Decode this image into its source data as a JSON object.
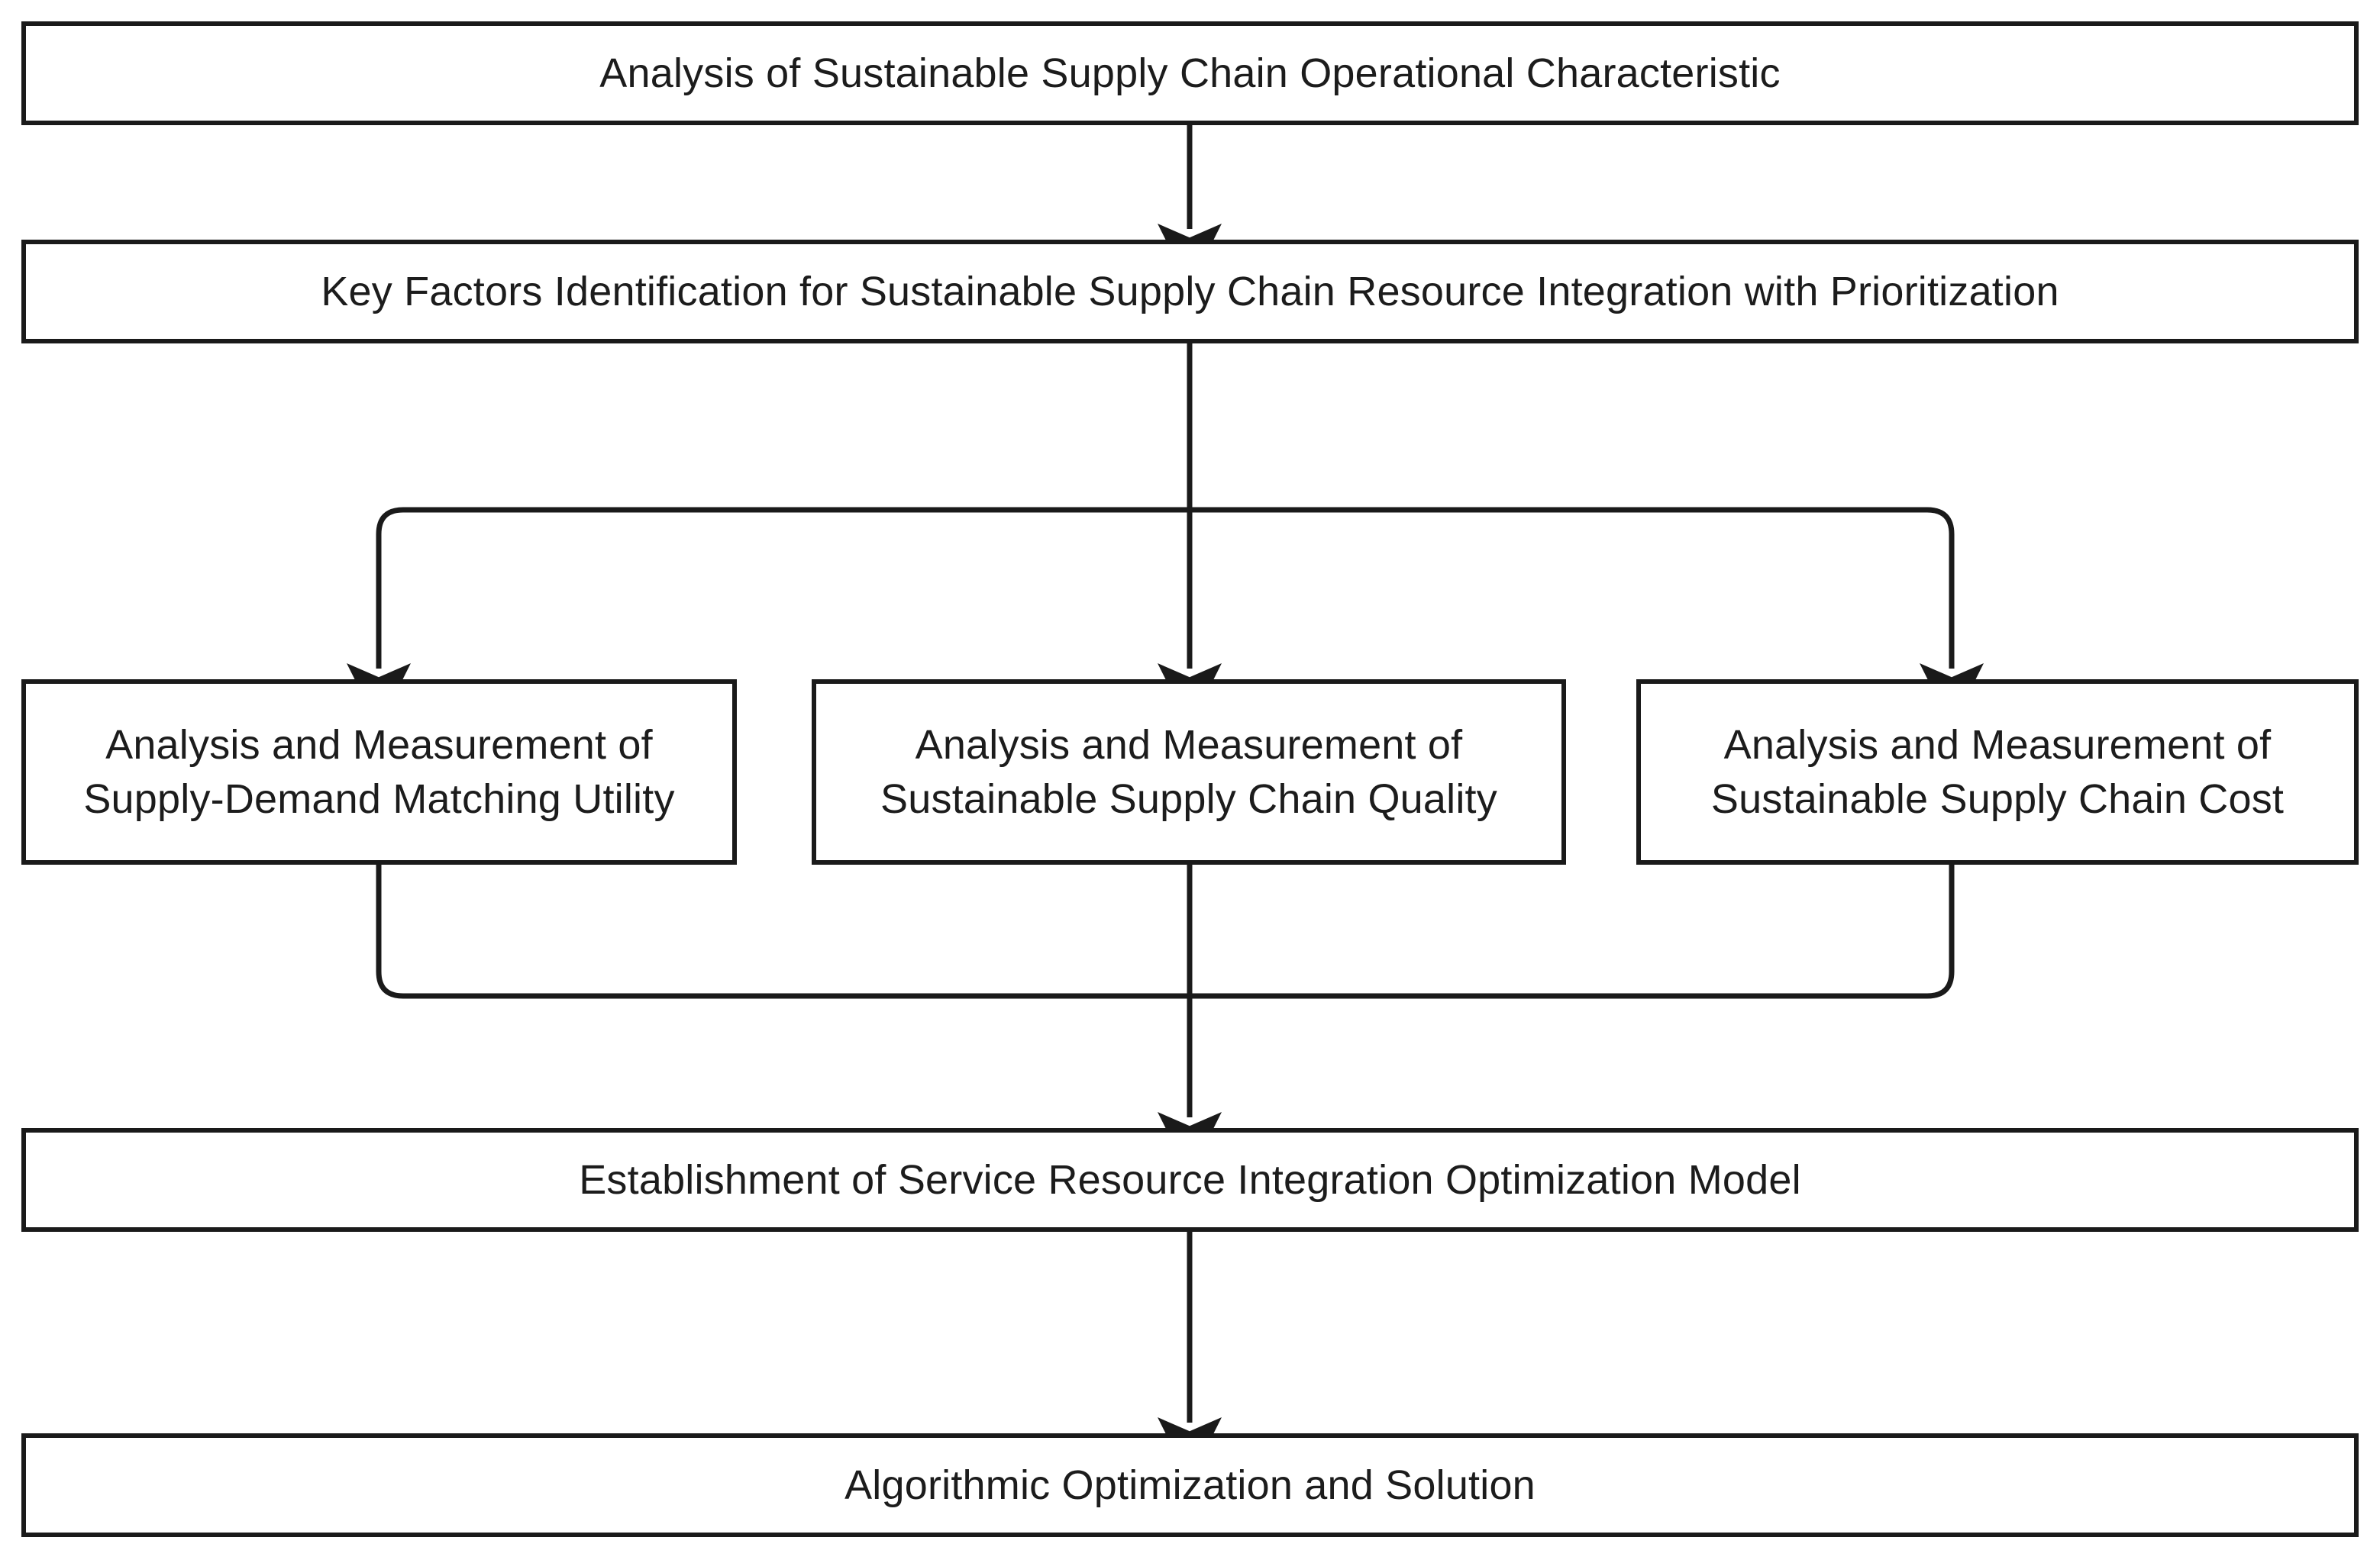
{
  "diagram": {
    "type": "flowchart",
    "orientation": "top-to-bottom",
    "background_color": "#ffffff",
    "node_border_color": "#1a1a1a",
    "node_fill_color": "#ffffff",
    "text_color": "#1c1c1c",
    "edge_color": "#1a1a1a",
    "nodes": [
      {
        "id": "analysis",
        "label": "Analysis of Sustainable Supply Chain Operational Characteristic"
      },
      {
        "id": "keyfactors",
        "label": "Key Factors Identification for Sustainable Supply Chain Resource Integration with Prioritization"
      },
      {
        "id": "utility",
        "label": "Analysis and Measurement of\nSupply-Demand Matching Utility"
      },
      {
        "id": "quality",
        "label": "Analysis and Measurement of\nSustainable Supply Chain Quality"
      },
      {
        "id": "cost",
        "label": "Analysis and Measurement of\nSustainable Supply Chain Cost"
      },
      {
        "id": "model",
        "label": "Establishment of Service Resource Integration Optimization Model"
      },
      {
        "id": "algorithm",
        "label": "Algorithmic Optimization and Solution"
      }
    ],
    "edges": [
      {
        "from": "analysis",
        "to": "keyfactors",
        "style": "straight-arrow"
      },
      {
        "from": "keyfactors",
        "to": "utility",
        "style": "elbow-arrow"
      },
      {
        "from": "keyfactors",
        "to": "quality",
        "style": "straight-arrow"
      },
      {
        "from": "keyfactors",
        "to": "cost",
        "style": "elbow-arrow"
      },
      {
        "from": "utility",
        "to": "model",
        "style": "elbow-arrow"
      },
      {
        "from": "quality",
        "to": "model",
        "style": "straight-arrow"
      },
      {
        "from": "cost",
        "to": "model",
        "style": "elbow-arrow"
      },
      {
        "from": "model",
        "to": "algorithm",
        "style": "straight-arrow"
      }
    ]
  }
}
